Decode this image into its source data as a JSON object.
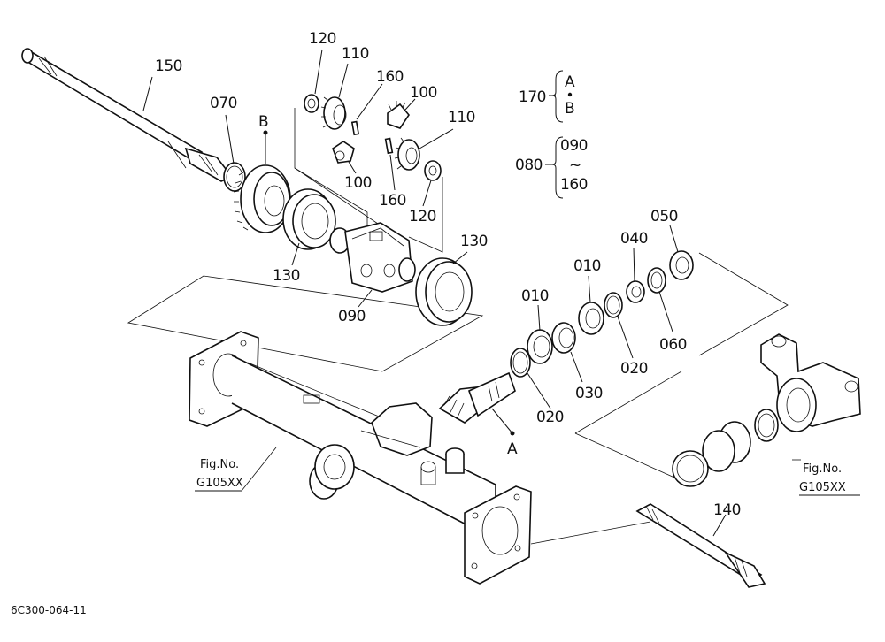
{
  "parts": {
    "p150": "150",
    "p070": "070",
    "pB": "B",
    "p120a": "120",
    "p110a": "110",
    "p160a": "160",
    "p100a": "100",
    "p110b": "110",
    "p100b": "100",
    "p160b": "160",
    "p120b": "120",
    "p130a": "130",
    "p130b": "130",
    "p090": "090",
    "p010a": "010",
    "p010b": "010",
    "p040": "040",
    "p050": "050",
    "p060": "060",
    "p020a": "020",
    "p020b": "020",
    "p030": "030",
    "pA": "A",
    "p140": "140"
  },
  "legend": {
    "set170": {
      "num": "170",
      "items": [
        "A",
        "B"
      ]
    },
    "set080": {
      "num": "080",
      "from": "090",
      "tilde": "~",
      "to": "160"
    }
  },
  "refs": {
    "left": {
      "line1": "Fig.No.",
      "line2": "G105XX"
    },
    "right": {
      "line1": "Fig.No.",
      "line2": "G105XX"
    }
  },
  "footer": {
    "code": "6C300-064-11"
  }
}
